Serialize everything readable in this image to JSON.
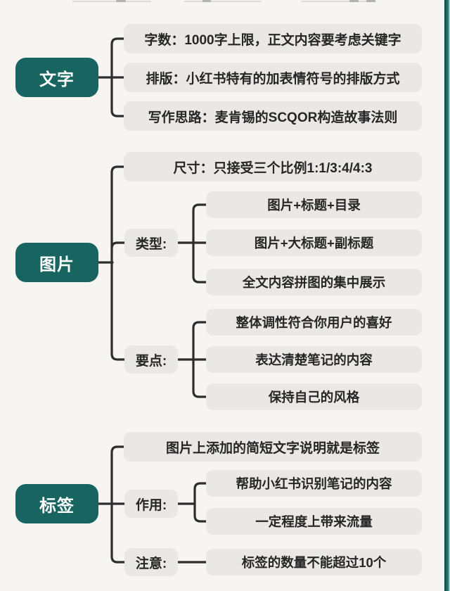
{
  "palette": {
    "background": "#f7f5f2",
    "node_bg": "#186460",
    "node_text": "#ffffff",
    "leaf_bg": "#e9e8e5",
    "leaf_text": "#262626",
    "connector": "#2d2d2d",
    "edge_bar": "#1d6e67"
  },
  "sections": [
    {
      "node_label": "文字",
      "branches": [
        {
          "label": "字数：1000字上限，正文内容要考虑关键字"
        },
        {
          "label": "排版：小红书特有的加表情符号的排版方式"
        },
        {
          "label": "写作思路：麦肯锡的SCQOR构造故事法则"
        }
      ]
    },
    {
      "node_label": "图片",
      "branches": [
        {
          "label": "尺寸：只接受三个比例1:1/3:4/4:3"
        }
      ],
      "groups": [
        {
          "label": "类型:",
          "children": [
            "图片+标题+目录",
            "图片+大标题+副标题",
            "全文内容拼图的集中展示"
          ]
        },
        {
          "label": "要点:",
          "children": [
            "整体调性符合你用户的喜好",
            "表达清楚笔记的内容",
            "保持自己的风格"
          ]
        }
      ]
    },
    {
      "node_label": "标签",
      "branches": [
        {
          "label": "图片上添加的简短文字说明就是标签"
        }
      ],
      "groups": [
        {
          "label": "作用:",
          "children": [
            "帮助小红书识别笔记的内容",
            "一定程度上带来流量"
          ]
        },
        {
          "label": "注意:",
          "children": [
            "标签的数量不能超过10个"
          ]
        }
      ]
    }
  ]
}
